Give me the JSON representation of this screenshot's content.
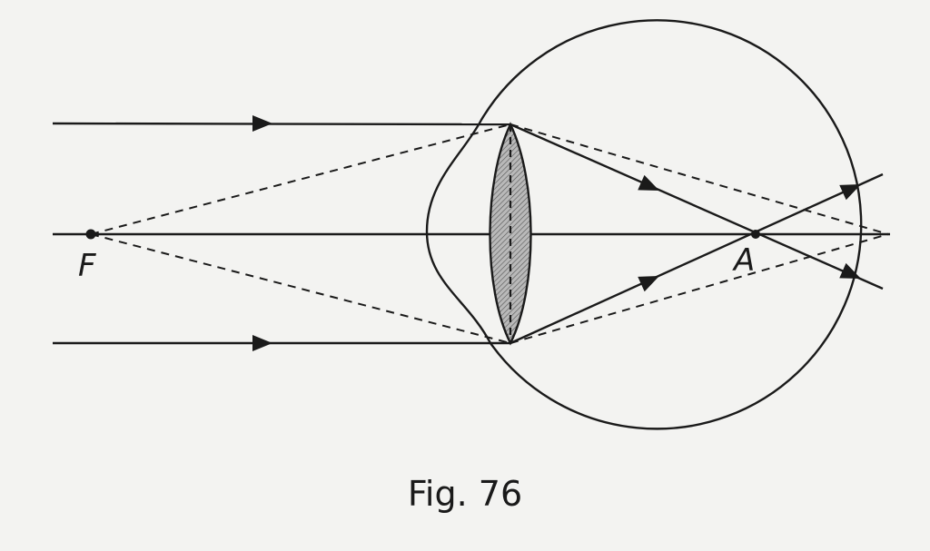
{
  "labels": {
    "focus": "F",
    "point": "A"
  },
  "caption": "Fig. 76",
  "colors": {
    "ink": "#1a1a1a",
    "lens_fill": "#9a9a9a",
    "background": "#f3f3f1"
  }
}
